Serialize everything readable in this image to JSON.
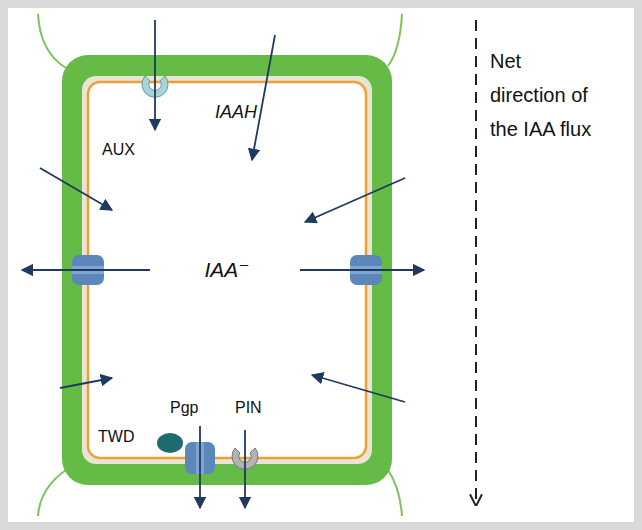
{
  "diagram": {
    "nodes": [
      {
        "text": [
          "IAA⁻"
        ]
      }
    ],
    "labels": [
      "IAAH",
      "AUX",
      "TWD",
      "Pgp",
      "PIN",
      "Net direction of the IAA flux"
    ]
  }
}
